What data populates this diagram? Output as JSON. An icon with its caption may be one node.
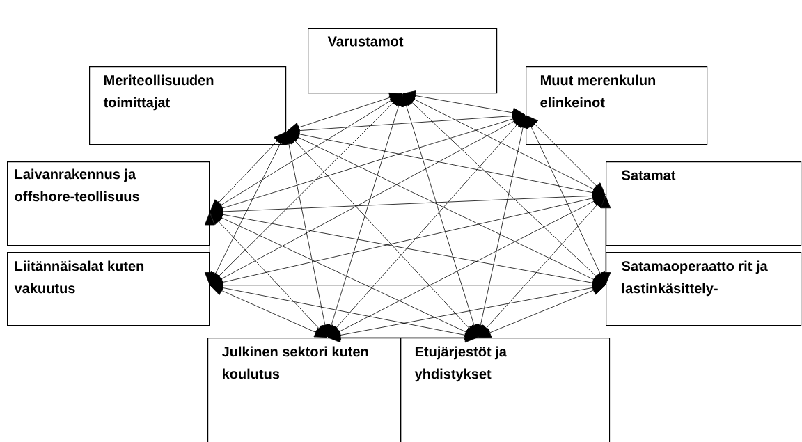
{
  "diagram": {
    "nodes": [
      {
        "text": [
          "Varustamot"
        ]
      },
      {
        "text": [
          "Meriteollisuuden toimittajat"
        ]
      },
      {
        "text": [
          "Muut merenkulun elinkeinot"
        ]
      },
      {
        "text": [
          "Laivanrakennus ja offshore-teollisuus"
        ]
      },
      {
        "text": [
          "Satamat"
        ]
      },
      {
        "text": [
          "Liitännäisalat kuten vakuutus"
        ]
      },
      {
        "text": [
          "Satamaoperaatto rit ja lastinkäsittely-"
        ]
      },
      {
        "text": [
          "Julkinen sektori kuten koulutus"
        ]
      },
      {
        "text": [
          "Etujärjestöt ja yhdistykset"
        ]
      }
    ],
    "edges": [
      {
        "from": 0,
        "to": 1,
        "arrow": "both"
      },
      {
        "from": 0,
        "to": 2,
        "arrow": "both"
      },
      {
        "from": 0,
        "to": 3,
        "arrow": "both"
      },
      {
        "from": 0,
        "to": 4,
        "arrow": "both"
      },
      {
        "from": 0,
        "to": 5,
        "arrow": "both"
      },
      {
        "from": 0,
        "to": 6,
        "arrow": "both"
      },
      {
        "from": 0,
        "to": 7,
        "arrow": "both"
      },
      {
        "from": 0,
        "to": 8,
        "arrow": "both"
      },
      {
        "from": 1,
        "to": 2,
        "arrow": "both"
      },
      {
        "from": 1,
        "to": 3,
        "arrow": "both"
      },
      {
        "from": 1,
        "to": 4,
        "arrow": "both"
      },
      {
        "from": 1,
        "to": 5,
        "arrow": "both"
      },
      {
        "from": 1,
        "to": 6,
        "arrow": "both"
      },
      {
        "from": 1,
        "to": 7,
        "arrow": "both"
      },
      {
        "from": 1,
        "to": 8,
        "arrow": "both"
      },
      {
        "from": 2,
        "to": 3,
        "arrow": "both"
      },
      {
        "from": 2,
        "to": 4,
        "arrow": "both"
      },
      {
        "from": 2,
        "to": 5,
        "arrow": "both"
      },
      {
        "from": 2,
        "to": 6,
        "arrow": "both"
      },
      {
        "from": 2,
        "to": 7,
        "arrow": "both"
      },
      {
        "from": 2,
        "to": 8,
        "arrow": "both"
      },
      {
        "from": 3,
        "to": 4,
        "arrow": "both"
      },
      {
        "from": 3,
        "to": 5,
        "arrow": "both"
      },
      {
        "from": 3,
        "to": 6,
        "arrow": "both"
      },
      {
        "from": 3,
        "to": 7,
        "arrow": "both"
      },
      {
        "from": 3,
        "to": 8,
        "arrow": "both"
      },
      {
        "from": 4,
        "to": 5,
        "arrow": "both"
      },
      {
        "from": 4,
        "to": 6,
        "arrow": "both"
      },
      {
        "from": 4,
        "to": 7,
        "arrow": "both"
      },
      {
        "from": 4,
        "to": 8,
        "arrow": "both"
      },
      {
        "from": 5,
        "to": 6,
        "arrow": "both"
      },
      {
        "from": 5,
        "to": 7,
        "arrow": "both"
      },
      {
        "from": 5,
        "to": 8,
        "arrow": "both"
      },
      {
        "from": 6,
        "to": 7,
        "arrow": "both"
      },
      {
        "from": 6,
        "to": 8,
        "arrow": "both"
      },
      {
        "from": 7,
        "to": 8,
        "arrow": "both"
      }
    ]
  }
}
